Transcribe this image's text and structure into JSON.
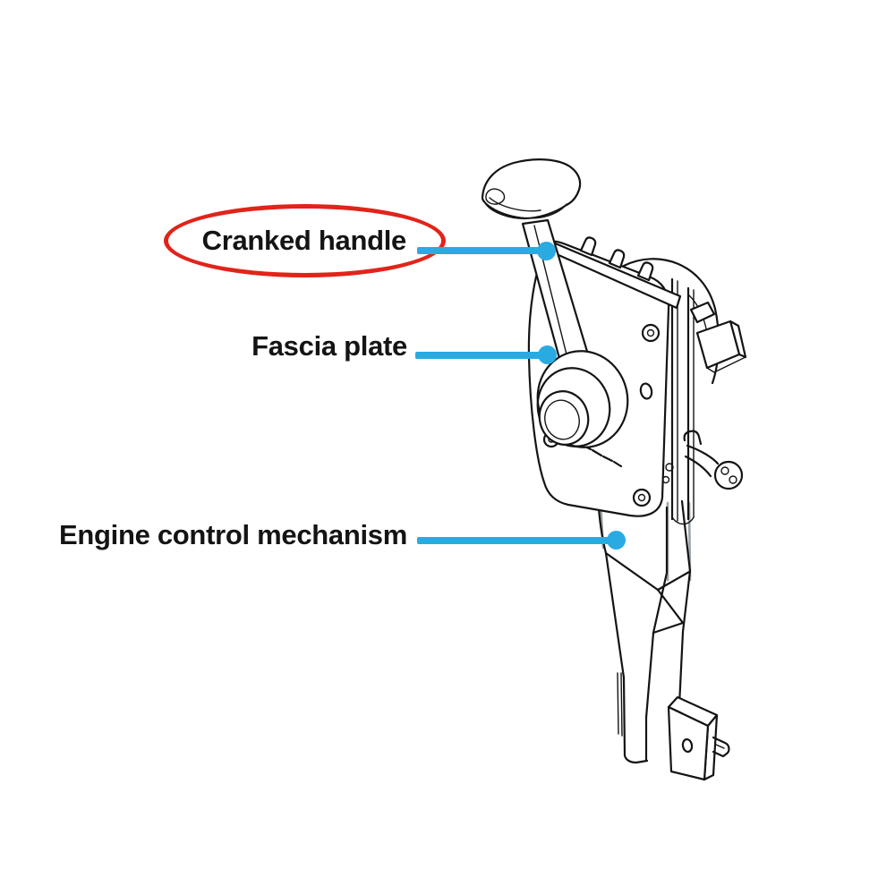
{
  "labels": [
    {
      "id": "cranked-handle",
      "text": "Cranked handle",
      "highlighted": true
    },
    {
      "id": "fascia-plate",
      "text": "Fascia plate",
      "highlighted": false
    },
    {
      "id": "engine-control-mechanism",
      "text": "Engine control mechanism",
      "highlighted": false
    }
  ],
  "colors": {
    "callout": "#29abe2",
    "highlight": "#e2231a",
    "ink": "#141414",
    "background": "#ffffff"
  }
}
